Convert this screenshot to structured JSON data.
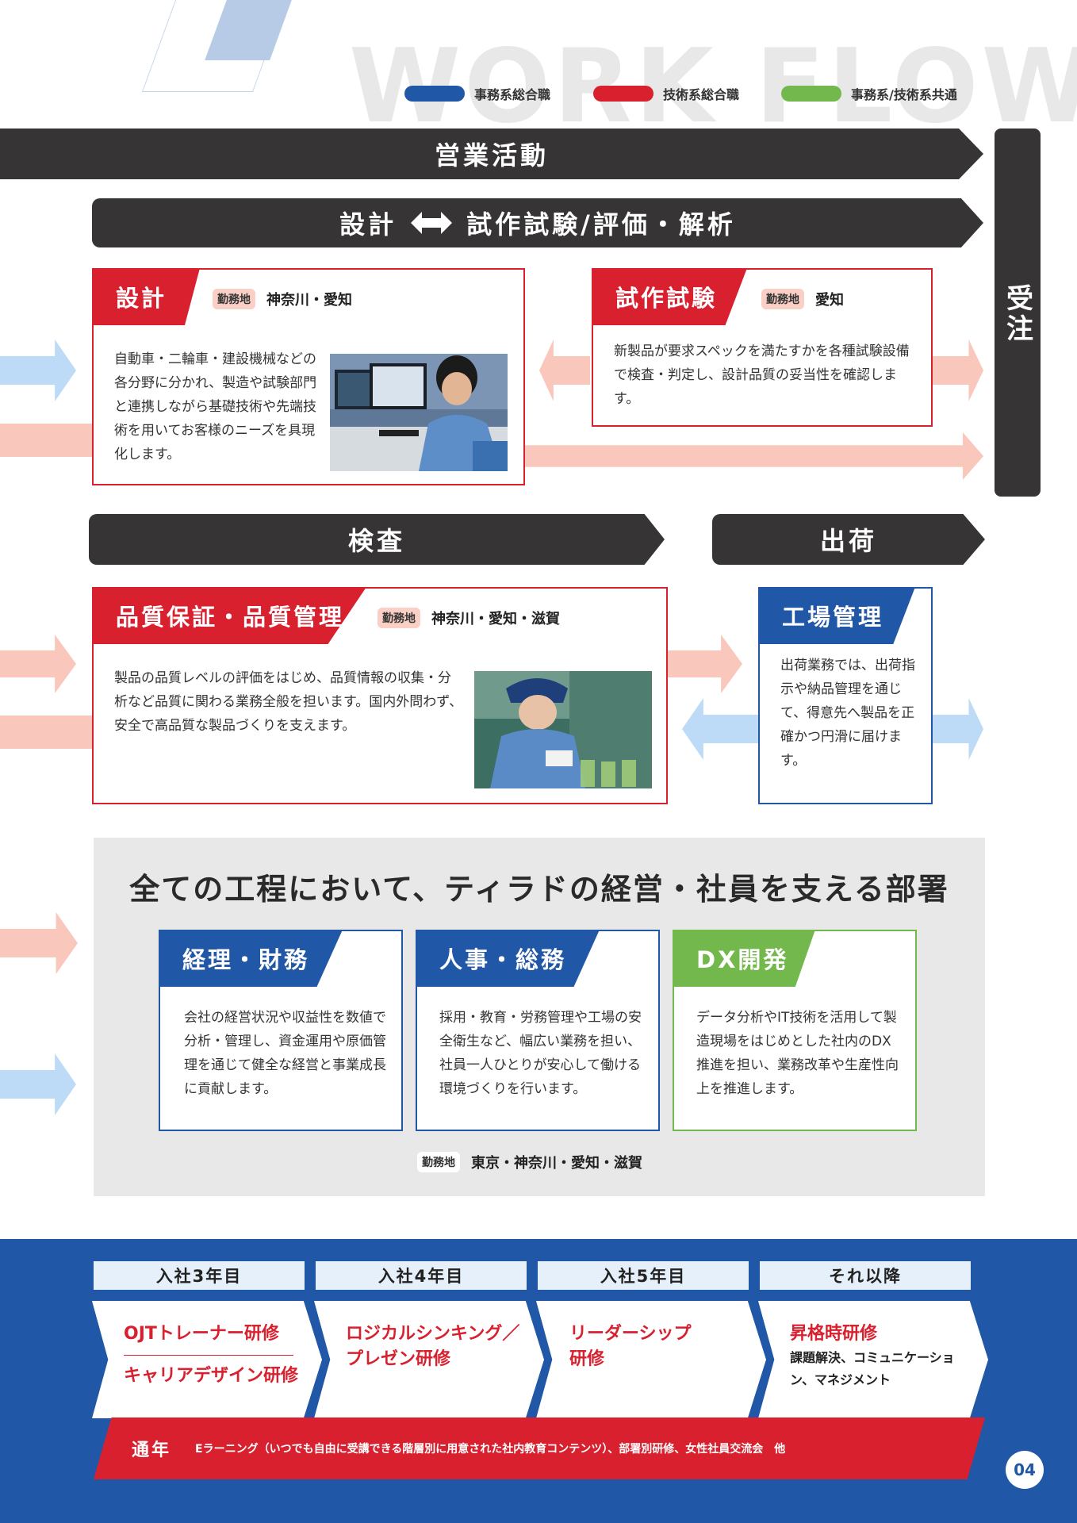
{
  "header": {
    "title": "WORK FLOW",
    "legend": [
      {
        "label": "事務系総合職",
        "color": "#2057a6"
      },
      {
        "label": "技術系総合職",
        "color": "#d8202f"
      },
      {
        "label": "事務系/技術系共通",
        "color": "#73b84c"
      }
    ]
  },
  "flow": {
    "sales": "営業活動",
    "order": "受注",
    "design_band": {
      "left": "設計",
      "right": "試作試験/評価・解析",
      "arrow_icon": "double-arrow-icon"
    },
    "inspection": "検査",
    "shipping": "出荷"
  },
  "location_label": "勤務地",
  "cards": {
    "design": {
      "title": "設計",
      "location": "神奈川・愛知",
      "description": "自動車・二輪車・建設機械などの各分野に分かれ、製造や試験部門と連携しながら基礎技術や先端技術を用いてお客様のニーズを具現化します。",
      "accent": "#d8202f"
    },
    "prototype": {
      "title": "試作試験",
      "location": "愛知",
      "description": "新製品が要求スペックを満たすかを各種試験設備で検査・判定し、設計品質の妥当性を確認します。",
      "accent": "#d8202f"
    },
    "quality": {
      "title": "品質保証・品質管理",
      "location": "神奈川・愛知・滋賀",
      "description": "製品の品質レベルの評価をはじめ、品質情報の収集・分析など品質に関わる業務全般を担います。国内外問わず、安全で高品質な製品づくりを支えます。",
      "accent": "#d8202f"
    },
    "factory": {
      "title": "工場管理",
      "description": "出荷業務では、出荷指示や納品管理を通じて、得意先へ製品を正確かつ円滑に届けます。",
      "accent": "#2057a6"
    }
  },
  "support": {
    "title": "全ての工程において、ティラドの経営・社員を支える部署",
    "location": "東京・神奈川・愛知・滋賀",
    "cards": [
      {
        "title": "経理・財務",
        "description": "会社の経営状況や収益性を数値で分析・管理し、資金運用や原価管理を通じて健全な経営と事業成長に貢献します。",
        "accent": "#2057a6"
      },
      {
        "title": "人事・総務",
        "description": "採用・教育・労務管理や工場の安全衛生など、幅広い業務を担い、社員一人ひとりが安心して働ける環境づくりを行います。",
        "accent": "#2057a6"
      },
      {
        "title": "DX開発",
        "description": "データ分析やIT技術を活用して製造現場をはじめとした社内のDX推進を担い、業務改革や生産性向上を推進します。",
        "accent": "#73b84c"
      }
    ]
  },
  "training": {
    "years": [
      {
        "label": "入社3年目",
        "titles": [
          "OJTトレーナー研修",
          "キャリアデザイン研修"
        ],
        "sub": ""
      },
      {
        "label": "入社4年目",
        "titles": [
          "ロジカルシンキング／",
          "プレゼン研修"
        ],
        "sub": ""
      },
      {
        "label": "入社5年目",
        "titles": [
          "リーダーシップ",
          "研修"
        ],
        "sub": ""
      },
      {
        "label": "それ以降",
        "titles": [
          "昇格時研修"
        ],
        "sub": "課題解決、コミュニケーション、マネジメント"
      }
    ],
    "annual_label": "通年",
    "annual_text": "Eラーニング（いつでも自由に受講できる階層別に用意された社内教育コンテンツ）、部署別研修、女性社員交流会　他"
  },
  "page_number": "04"
}
